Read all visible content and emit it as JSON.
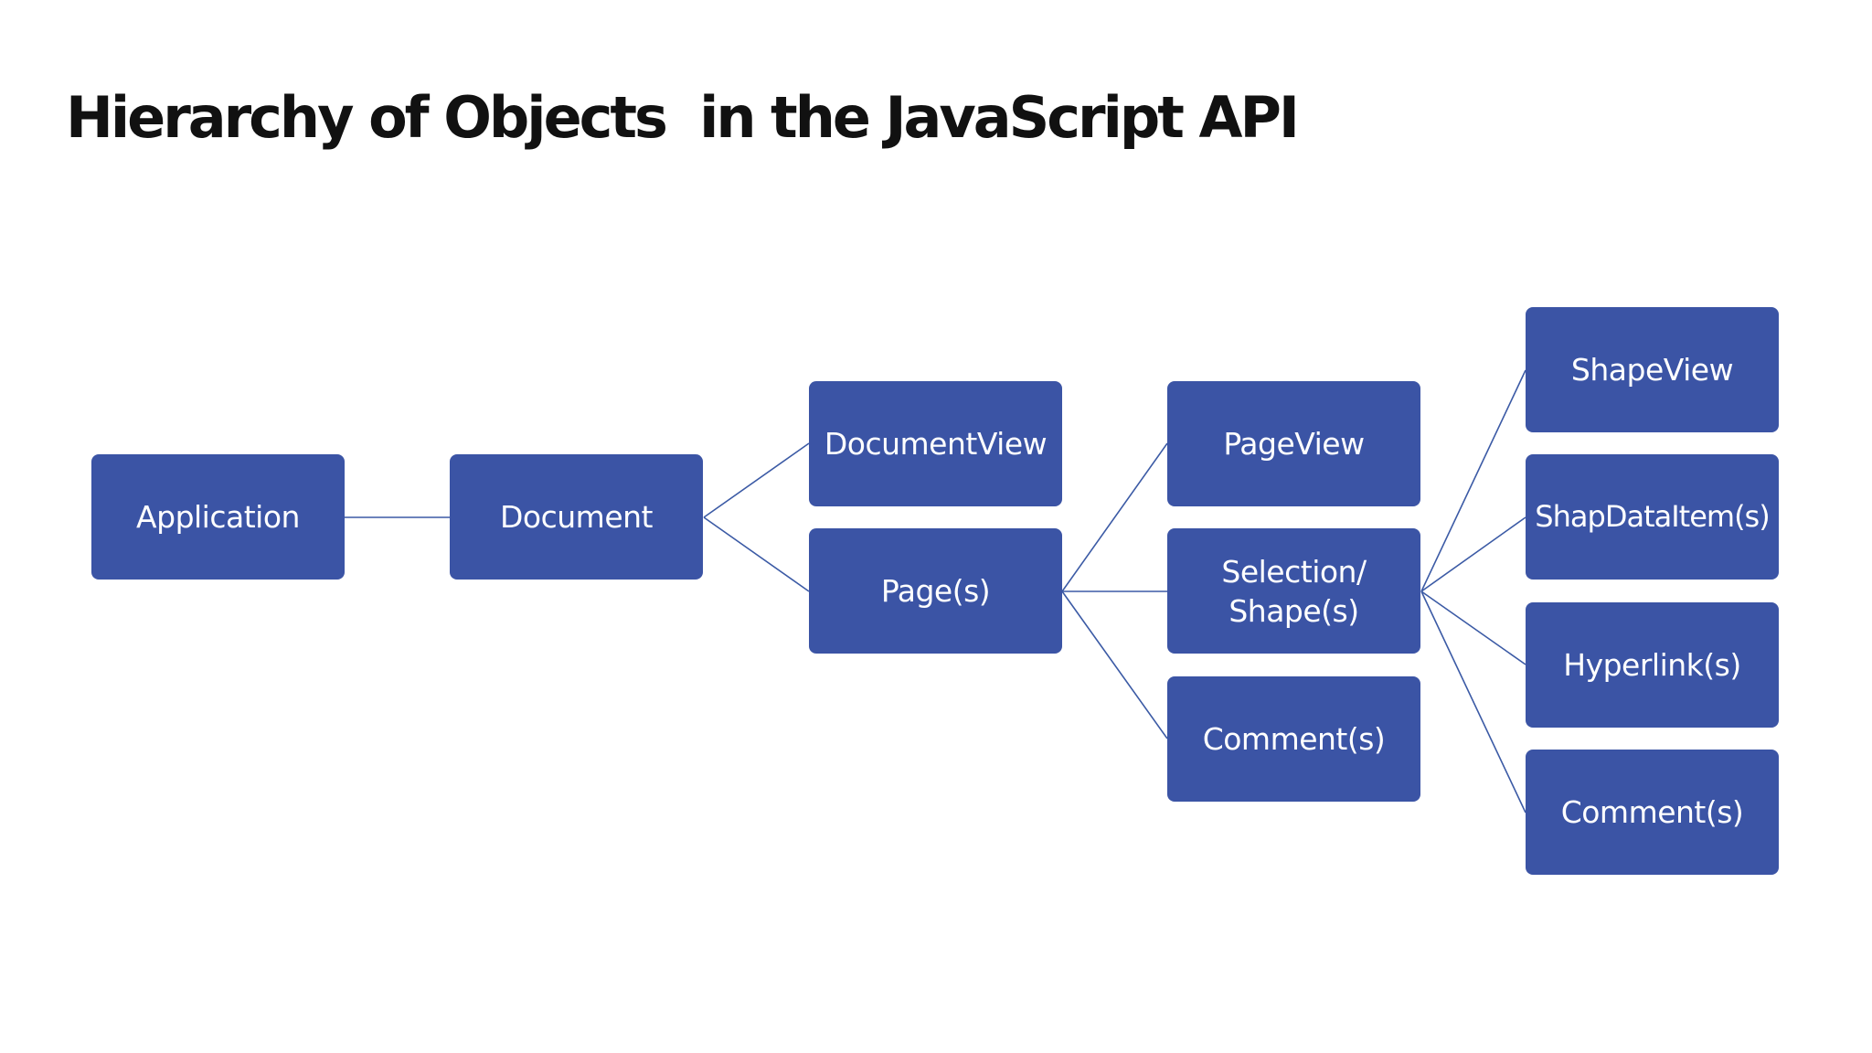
{
  "title": "Hierarchy of Objects  in the JavaScript API",
  "colors": {
    "node_fill": "#3b54a5",
    "node_text": "#ffffff",
    "connector": "#3b5aa5",
    "title_text": "#111111",
    "background": "#ffffff"
  },
  "nodes": {
    "application": "Application",
    "document": "Document",
    "document_view": "DocumentView",
    "pages": "Page(s)",
    "page_view": "PageView",
    "selection_shapes": "Selection/\nShape(s)",
    "page_comments": "Comment(s)",
    "shape_view": "ShapeView",
    "shape_data_items": "ShapDataItem(s)",
    "hyperlinks": "Hyperlink(s)",
    "shape_comments": "Comment(s)"
  }
}
